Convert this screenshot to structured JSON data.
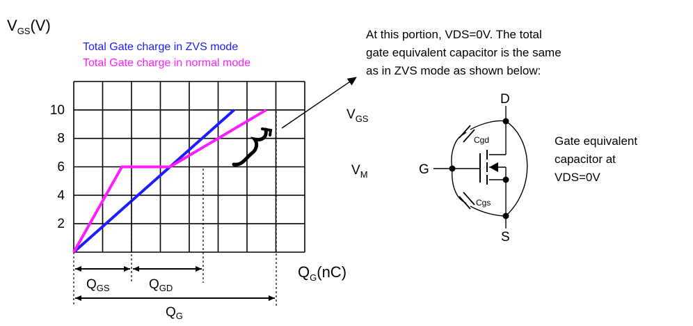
{
  "chart_data": {
    "type": "line",
    "y_axis": {
      "label_main": "V",
      "label_sub": "GS",
      "label_unit": "(V)",
      "ticks": [
        "2",
        "4",
        "6",
        "8",
        "10"
      ],
      "range": [
        0,
        12
      ]
    },
    "x_axis": {
      "label_main": "Q",
      "label_sub": "G",
      "label_unit": "(nC)"
    },
    "series": [
      {
        "name": "Total Gate charge in ZVS mode",
        "color": "#1c1cff",
        "x": [
          0,
          10
        ],
        "y": [
          0,
          10
        ]
      },
      {
        "name": "Total Gate charge in normal mode",
        "color": "#ff1cff",
        "x": [
          0,
          3,
          6,
          12
        ],
        "y": [
          0,
          6,
          6,
          10
        ]
      }
    ],
    "grid": true
  },
  "side_labels": {
    "vgs": {
      "main": "V",
      "sub": "GS"
    },
    "vm": {
      "main": "V",
      "sub": "M"
    }
  },
  "dimensions": {
    "qgs": {
      "main": "Q",
      "sub": "GS"
    },
    "qgd": {
      "main": "Q",
      "sub": "GD"
    },
    "qg": {
      "main": "Q",
      "sub": "G"
    }
  },
  "annotation": {
    "lines": [
      "At this portion, VDS=0V. The total",
      "gate equivalent capacitor is the same",
      "as in ZVS mode as shown below:"
    ]
  },
  "circuit": {
    "drain": "D",
    "gate": "G",
    "source": "S",
    "cgd": "Cgd",
    "cgs": "Cgs",
    "caption": [
      "Gate equivalent",
      "capacitor at",
      "VDS=0V"
    ]
  },
  "colors": {
    "zvs": "#1c1cff",
    "normal": "#ff1cff",
    "grid": "#000000"
  }
}
